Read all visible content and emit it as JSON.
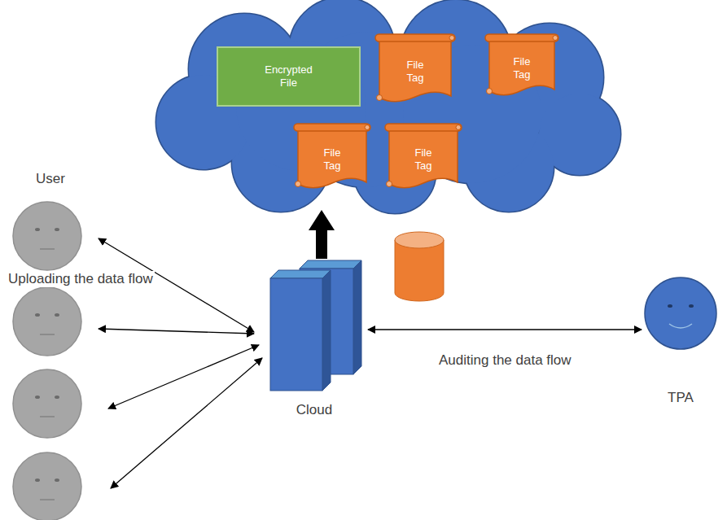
{
  "diagram": {
    "nodes": [
      {
        "text": [
          "Encrypted File"
        ]
      },
      {
        "text": [
          "File Tag"
        ]
      },
      {
        "text": [
          "File Tag"
        ]
      },
      {
        "text": [
          "File Tag"
        ]
      },
      {
        "text": [
          "File Tag"
        ]
      },
      {
        "text": [
          "Cloud"
        ]
      },
      {
        "text": [
          "TPA"
        ]
      }
    ],
    "edges": [
      {
        "from": 5,
        "to": 6,
        "arrow": "both",
        "label": "Auditing the data flow"
      }
    ],
    "labels": [
      "User",
      "Uploading the data flow"
    ]
  }
}
